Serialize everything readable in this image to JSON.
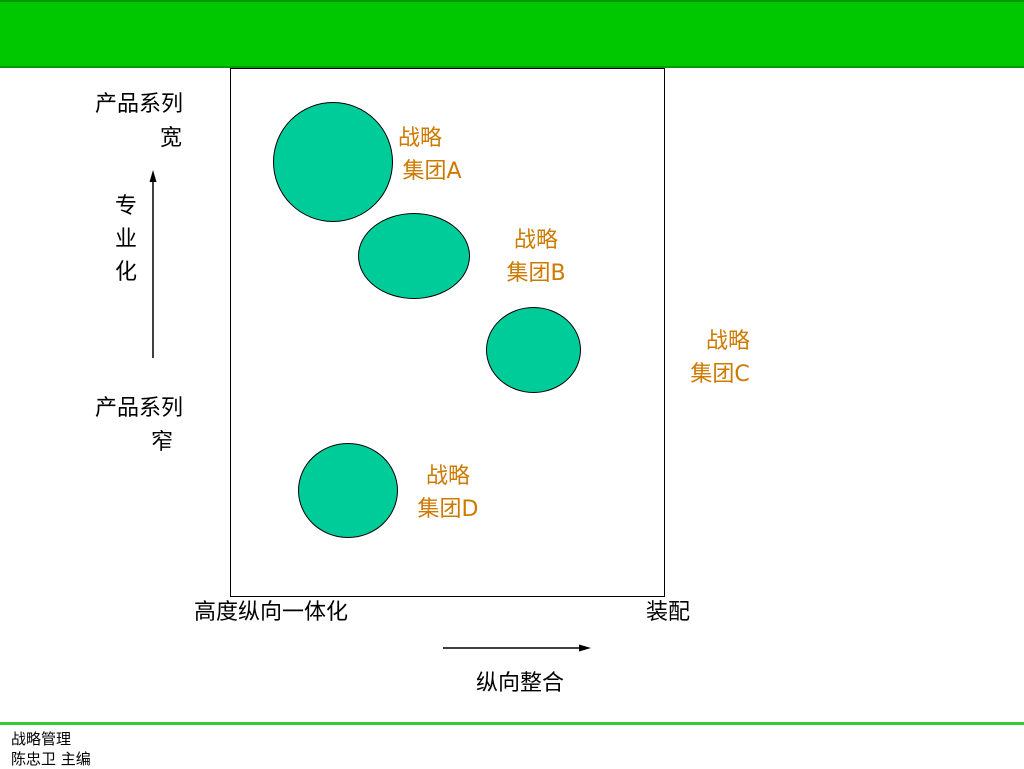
{
  "colors": {
    "header_bar": "#00c800",
    "bubble_fill": "#00cc99",
    "label_text": "#cc7a00",
    "footer_rule": "#33cc33"
  },
  "y_axis": {
    "top_label_line1": "产品系列",
    "top_label_line2": "宽",
    "bottom_label_line1": "产品系列",
    "bottom_label_line2": "窄",
    "title_chars": [
      "专",
      "业",
      "化"
    ]
  },
  "x_axis": {
    "left_label": "高度纵向一体化",
    "right_label": "装配",
    "title": "纵向整合"
  },
  "groups": [
    {
      "line1": "战略",
      "line2": "集团A"
    },
    {
      "line1": "战略",
      "line2": "集团B"
    },
    {
      "line1": "战略",
      "line2": "集团C"
    },
    {
      "line1": "战略",
      "line2": "集团D"
    }
  ],
  "footer": {
    "line1": "战略管理",
    "line2": "陈忠卫 主编"
  }
}
